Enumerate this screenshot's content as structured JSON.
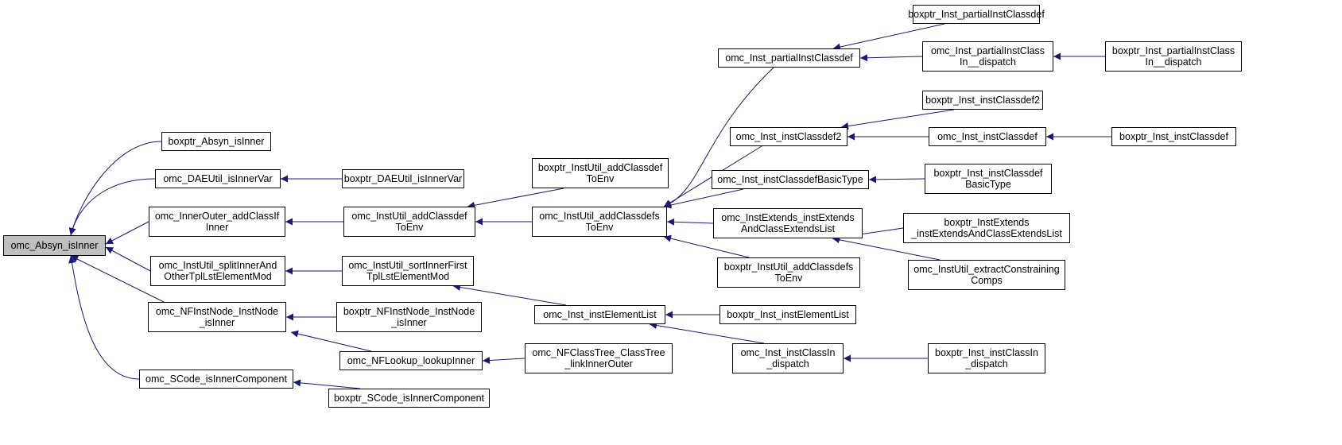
{
  "graph": {
    "edge_color": "#191970",
    "root_fill": "#bfbfbf",
    "nodes": [
      {
        "id": "root",
        "lines": [
          "omc_Absyn_isInner"
        ],
        "root": true
      },
      {
        "id": "n1",
        "lines": [
          "boxptr_Absyn_isInner"
        ]
      },
      {
        "id": "n2",
        "lines": [
          "omc_DAEUtil_isInnerVar"
        ]
      },
      {
        "id": "n3",
        "lines": [
          "boxptr_DAEUtil_isInnerVar"
        ]
      },
      {
        "id": "n4",
        "lines": [
          "omc_InnerOuter_addClassIf",
          "Inner"
        ]
      },
      {
        "id": "n5",
        "lines": [
          "omc_InstUtil_addClassdef",
          "ToEnv"
        ]
      },
      {
        "id": "n6",
        "lines": [
          "boxptr_InstUtil_addClassdef",
          "ToEnv"
        ]
      },
      {
        "id": "n7",
        "lines": [
          "omc_InstUtil_addClassdefs",
          "ToEnv"
        ]
      },
      {
        "id": "n8",
        "lines": [
          "omc_Inst_partialInstClassdef"
        ]
      },
      {
        "id": "n9",
        "lines": [
          "boxptr_Inst_partialInstClassdef"
        ]
      },
      {
        "id": "n10",
        "lines": [
          "omc_Inst_partialInstClass",
          "In__dispatch"
        ]
      },
      {
        "id": "n11",
        "lines": [
          "boxptr_Inst_partialInstClass",
          "In__dispatch"
        ]
      },
      {
        "id": "n12",
        "lines": [
          "omc_Inst_instClassdef2"
        ]
      },
      {
        "id": "n13",
        "lines": [
          "boxptr_Inst_instClassdef2"
        ]
      },
      {
        "id": "n14",
        "lines": [
          "omc_Inst_instClassdef"
        ]
      },
      {
        "id": "n15",
        "lines": [
          "boxptr_Inst_instClassdef"
        ]
      },
      {
        "id": "n16",
        "lines": [
          "omc_Inst_instClassdefBasicType"
        ]
      },
      {
        "id": "n17",
        "lines": [
          "boxptr_Inst_instClassdef",
          "BasicType"
        ]
      },
      {
        "id": "n18",
        "lines": [
          "omc_InstExtends_instExtends",
          "AndClassExtendsList"
        ]
      },
      {
        "id": "n19",
        "lines": [
          "boxptr_InstExtends",
          "_instExtendsAndClassExtendsList"
        ]
      },
      {
        "id": "n20",
        "lines": [
          "omc_InstUtil_extractConstraining",
          "Comps"
        ]
      },
      {
        "id": "n21",
        "lines": [
          "boxptr_InstUtil_addClassdefs",
          "ToEnv"
        ]
      },
      {
        "id": "n22",
        "lines": [
          "omc_InstUtil_splitInnerAnd",
          "OtherTplLstElementMod"
        ]
      },
      {
        "id": "n23",
        "lines": [
          "omc_InstUtil_sortInnerFirst",
          "TplLstElementMod"
        ]
      },
      {
        "id": "n24",
        "lines": [
          "omc_Inst_instElementList"
        ]
      },
      {
        "id": "n25",
        "lines": [
          "boxptr_Inst_instElementList"
        ]
      },
      {
        "id": "n26",
        "lines": [
          "omc_Inst_instClassIn",
          "_dispatch"
        ]
      },
      {
        "id": "n27",
        "lines": [
          "boxptr_Inst_instClassIn",
          "_dispatch"
        ]
      },
      {
        "id": "n28",
        "lines": [
          "omc_NFInstNode_InstNode",
          "_isInner"
        ]
      },
      {
        "id": "n29",
        "lines": [
          "boxptr_NFInstNode_InstNode",
          "_isInner"
        ]
      },
      {
        "id": "n30",
        "lines": [
          "omc_NFLookup_lookupInner"
        ]
      },
      {
        "id": "n31",
        "lines": [
          "omc_NFClassTree_ClassTree",
          "_linkInnerOuter"
        ]
      },
      {
        "id": "n32",
        "lines": [
          "omc_SCode_isInnerComponent"
        ]
      },
      {
        "id": "n33",
        "lines": [
          "boxptr_SCode_isInnerComponent"
        ]
      }
    ],
    "edges": [
      [
        "n1",
        "root"
      ],
      [
        "n2",
        "root"
      ],
      [
        "n4",
        "root"
      ],
      [
        "n22",
        "root"
      ],
      [
        "n28",
        "root"
      ],
      [
        "n32",
        "root"
      ],
      [
        "n3",
        "n2"
      ],
      [
        "n5",
        "n4"
      ],
      [
        "n6",
        "n5"
      ],
      [
        "n7",
        "n5"
      ],
      [
        "n8",
        "n7"
      ],
      [
        "n12",
        "n7"
      ],
      [
        "n16",
        "n7"
      ],
      [
        "n18",
        "n7"
      ],
      [
        "n21",
        "n7"
      ],
      [
        "n9",
        "n8"
      ],
      [
        "n10",
        "n8"
      ],
      [
        "n11",
        "n10"
      ],
      [
        "n13",
        "n12"
      ],
      [
        "n14",
        "n12"
      ],
      [
        "n15",
        "n14"
      ],
      [
        "n17",
        "n16"
      ],
      [
        "n19",
        "n18"
      ],
      [
        "n20",
        "n18"
      ],
      [
        "n23",
        "n22"
      ],
      [
        "n24",
        "n23"
      ],
      [
        "n25",
        "n24"
      ],
      [
        "n26",
        "n24"
      ],
      [
        "n27",
        "n26"
      ],
      [
        "n29",
        "n28"
      ],
      [
        "n30",
        "n28"
      ],
      [
        "n31",
        "n30"
      ],
      [
        "n33",
        "n32"
      ]
    ]
  }
}
